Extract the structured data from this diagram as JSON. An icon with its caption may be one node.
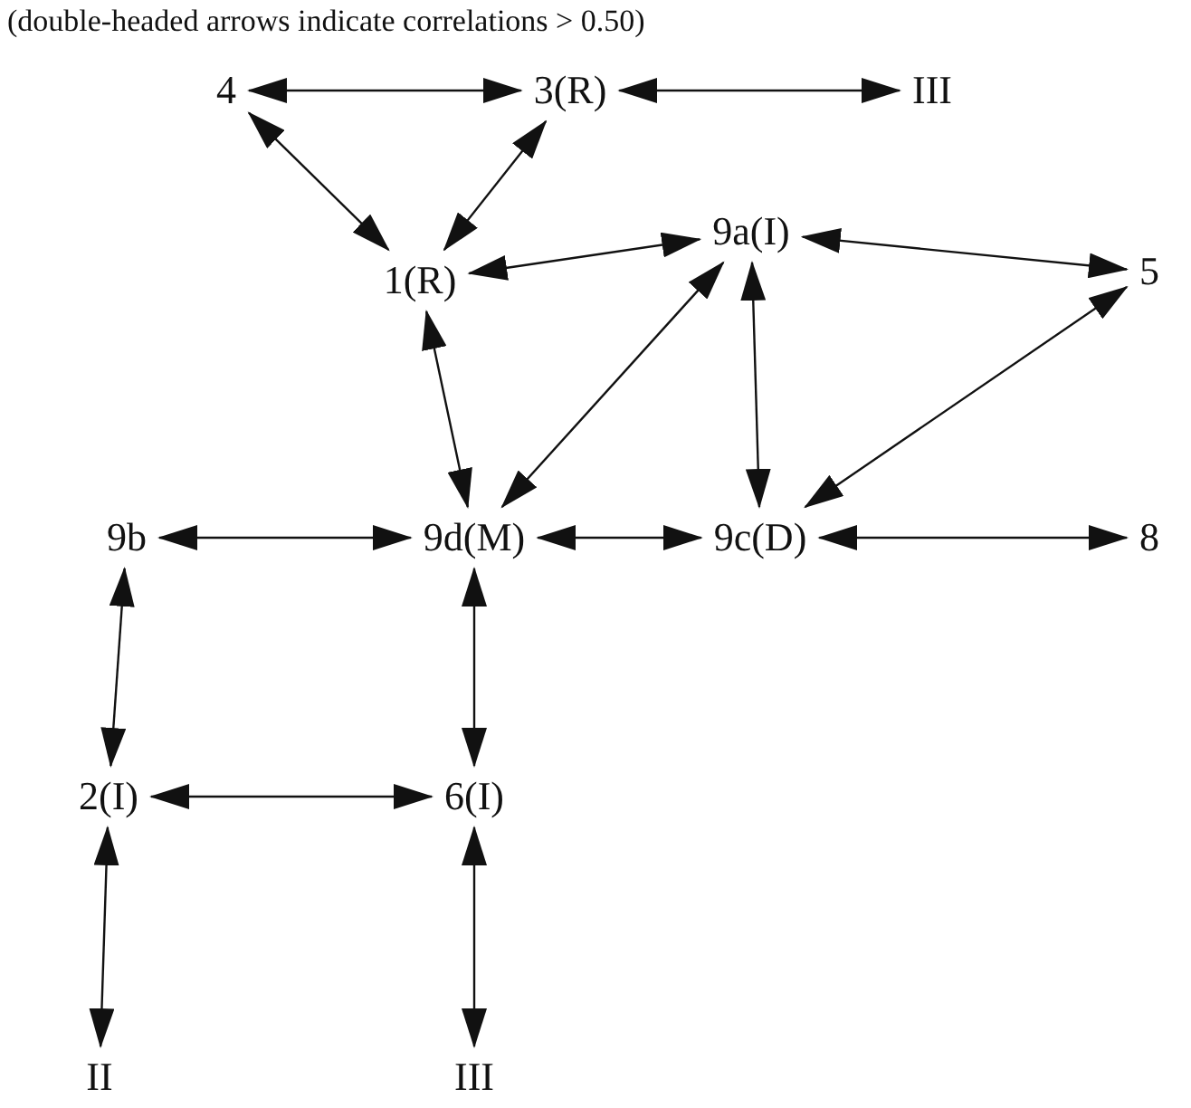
{
  "diagram": {
    "title": "(double-headed arrows indicate correlations > 0.50)",
    "nodes": [
      {
        "text": [
          "4"
        ]
      },
      {
        "text": [
          "3(R)"
        ]
      },
      {
        "text": [
          "III"
        ]
      },
      {
        "text": [
          "1(R)"
        ]
      },
      {
        "text": [
          "9a(I)"
        ]
      },
      {
        "text": [
          "5"
        ]
      },
      {
        "text": [
          "9b"
        ]
      },
      {
        "text": [
          "9d(M)"
        ]
      },
      {
        "text": [
          "9c(D)"
        ]
      },
      {
        "text": [
          "8"
        ]
      },
      {
        "text": [
          "2(I)"
        ]
      },
      {
        "text": [
          "6(I)"
        ]
      },
      {
        "text": [
          "II"
        ]
      },
      {
        "text": [
          "III"
        ]
      }
    ],
    "edges": [
      {
        "from": 0,
        "to": 1,
        "arrow": "both"
      },
      {
        "from": 1,
        "to": 2,
        "arrow": "both"
      },
      {
        "from": 0,
        "to": 3,
        "arrow": "both"
      },
      {
        "from": 1,
        "to": 3,
        "arrow": "both"
      },
      {
        "from": 3,
        "to": 4,
        "arrow": "both"
      },
      {
        "from": 4,
        "to": 5,
        "arrow": "both"
      },
      {
        "from": 3,
        "to": 7,
        "arrow": "both"
      },
      {
        "from": 4,
        "to": 7,
        "arrow": "both"
      },
      {
        "from": 4,
        "to": 8,
        "arrow": "both"
      },
      {
        "from": 5,
        "to": 8,
        "arrow": "both"
      },
      {
        "from": 6,
        "to": 7,
        "arrow": "both"
      },
      {
        "from": 7,
        "to": 8,
        "arrow": "both"
      },
      {
        "from": 8,
        "to": 9,
        "arrow": "both"
      },
      {
        "from": 6,
        "to": 10,
        "arrow": "both"
      },
      {
        "from": 7,
        "to": 11,
        "arrow": "both"
      },
      {
        "from": 10,
        "to": 11,
        "arrow": "both"
      },
      {
        "from": 10,
        "to": 12,
        "arrow": "both"
      },
      {
        "from": 11,
        "to": 13,
        "arrow": "both"
      }
    ]
  }
}
